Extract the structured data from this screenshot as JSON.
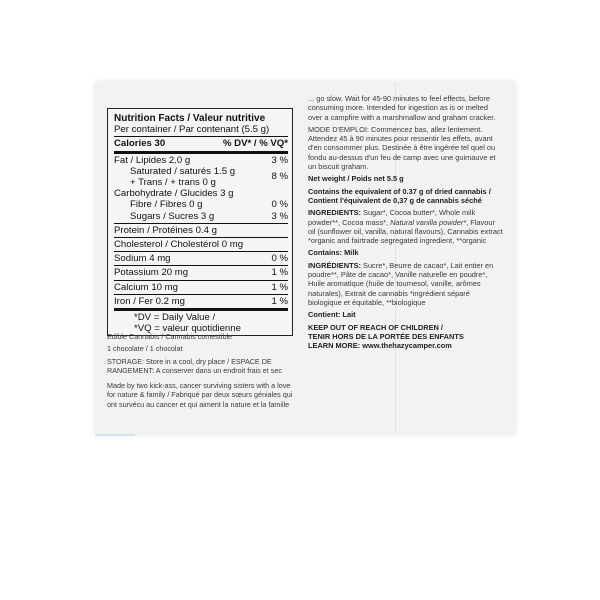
{
  "nutrition": {
    "title": "Nutrition Facts / Valeur nutritive",
    "per_container": "Per container / Par contenant (5.5 g)",
    "calories": "Calories 30",
    "dv_header": "% DV* / % VQ*",
    "fat": {
      "label": "Fat / Lipides 2.0 g",
      "dv": "3 %"
    },
    "saturated": "Saturated / saturés 1.5 g",
    "trans": "+ Trans / + trans 0 g",
    "sat_trans_dv": "8 %",
    "carb": "Carbohydrate / Glucides 3 g",
    "fibre": {
      "label": "Fibre / Fibres 0 g",
      "dv": "0 %"
    },
    "sugars": {
      "label": "Sugars / Sucres 3 g",
      "dv": "3 %"
    },
    "protein": "Protein / Protéines 0.4 g",
    "cholesterol": "Cholesterol / Cholestérol 0 mg",
    "sodium": {
      "label": "Sodium 4 mg",
      "dv": "0 %"
    },
    "potassium": {
      "label": "Potassium 20 mg",
      "dv": "1 %"
    },
    "calcium": {
      "label": "Calcium 10 mg",
      "dv": "1 %"
    },
    "iron": {
      "label": "Iron / Fer 0.2 mg",
      "dv": "1 %"
    },
    "footnote_dv": "*DV = Daily Value /",
    "footnote_vq": "*VQ = valeur quotidienne"
  },
  "left": {
    "edible": "Edible Cannabis / Cannabis comestible",
    "count": "1 chocolate / 1 chocolat",
    "storage": "STORAGE: Store in a cool, dry place / ESPACE DE RANGEMENT: A conserver dans un endroit frais et sec",
    "made_by": "Made by two kick-ass, cancer surviving sisters with a love for nature & family / Fabriqué par deux sœurs géniales qui ont survécu au cancer et qui aiment la nature et la famille"
  },
  "right": {
    "directions_en": "... go slow. Wait for 45-90 minutes to feel effects, before consuming more. Intended for ingestion as is or melted over a campfire with a marshmallow and graham cracker.",
    "directions_fr": "MODE D'EMPLOI: Commencez bas, allez lentement. Attendez 45 à 90 minutes pour ressentir les effets, avant d'en consommer plus. Destinée à être ingérée tel quel ou fondu au-dessus d'un feu de camp avec une guimauve et un biscuit graham.",
    "net_weight": "Net weight / Poids net 5.5 g",
    "equiv_en": "Contains the equivalent of 0.37 g of dried cannabis /",
    "equiv_fr": "Contient l'équivalent de 0,37 g de cannabis séché",
    "ingredients_label": "INGREDIENTS:",
    "ingredients_a": " Sugar*, Cocoa butter*, Whole milk powder**, Cocoa mass*, ",
    "ingredients_italic": "Natural vanilla powder*",
    "ingredients_b": ", Flavour oil (sunflower oil, vanilla, natural flavours), Cannabis extract *organic and fairtrade segregated ingredient, **organic",
    "contains_en": "Contains: Milk",
    "ingredients_fr_label": "INGRÉDIENTS:",
    "ingredients_fr": " Sucre*, Beurre de cacao*, Lait entier en poudre**, Pâte de cacao*, Vanille naturelle en poudre*, Huile aromatique (huile de tournesol, vanille, arômes naturales), Extrait de cannabis *ingrédient séparé biologique et équitable, **biologique",
    "contains_fr": "Contient: Lait",
    "keep_en": "KEEP OUT OF REACH OF CHILDREN /",
    "keep_fr": "TENIR HORS DE LA PORTÉE DES ENFANTS",
    "learn_more": "LEARN MORE: www.thehazycamper.com"
  }
}
